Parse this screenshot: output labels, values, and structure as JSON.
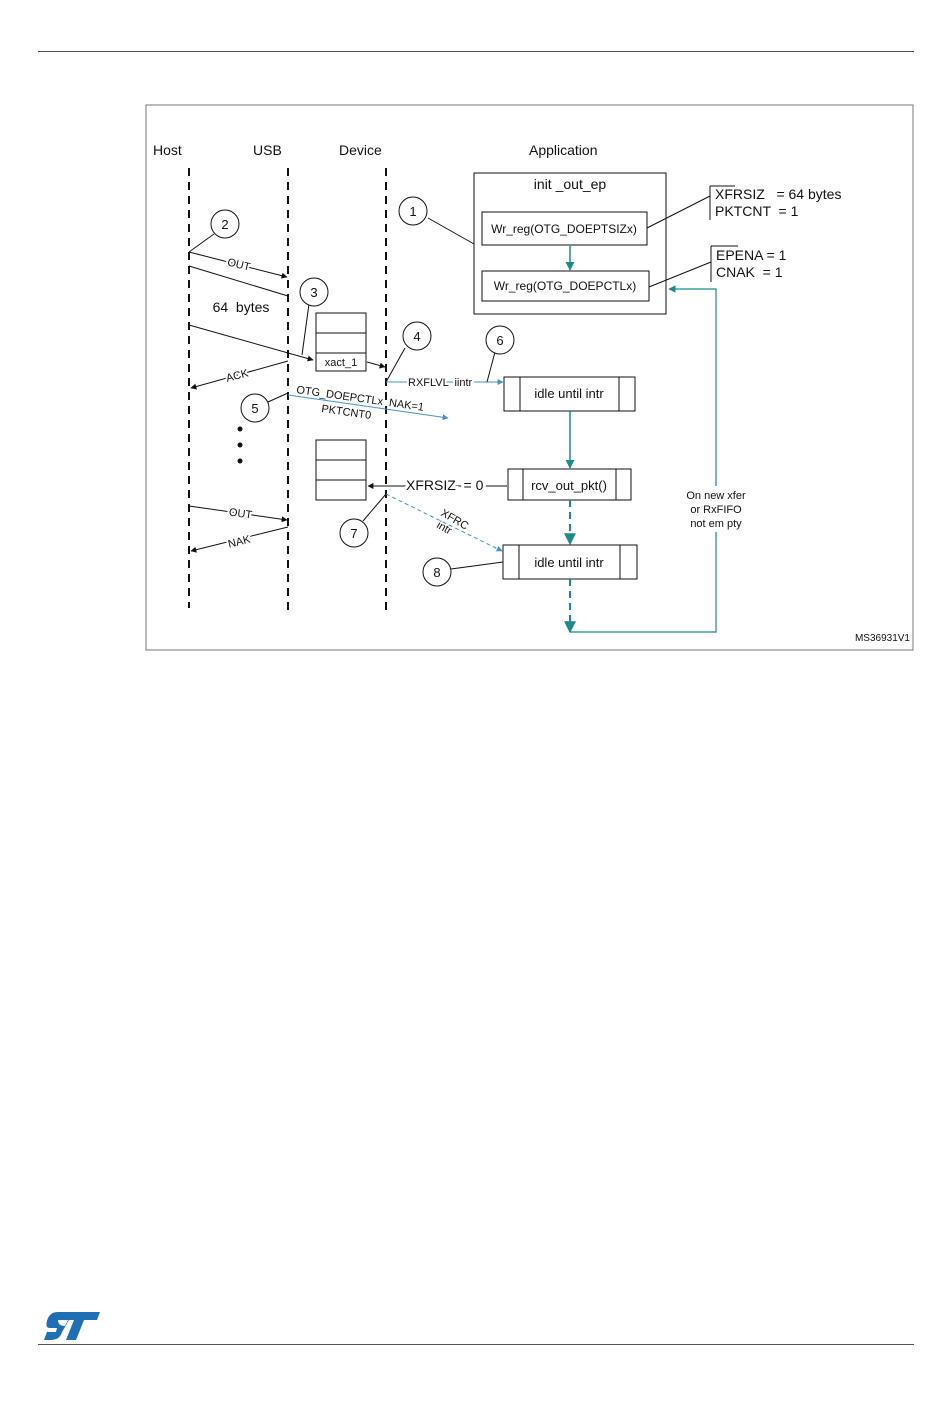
{
  "diagram": {
    "lanes": [
      "Host",
      "USB",
      "Device",
      "Application"
    ],
    "function_title": "init _out_ep",
    "boxes": {
      "wr_doeptsiz": "Wr_reg(OTG_DOEPTSIZx)",
      "wr_doepctl": "Wr_reg(OTG_DOEPCTLx)",
      "idle1": "idle until intr",
      "rcv": "rcv_out_pkt()",
      "idle2": "idle until intr"
    },
    "register_notes": {
      "xfrsiz": "XFRSIZ   = 64 bytes",
      "pktcnt": "PKTCNT  = 1",
      "epena": "EPENA = 1",
      "cnak": "CNAK  = 1"
    },
    "messages": {
      "out1": "OUT",
      "data": "64  bytes",
      "ack": "ACK",
      "out2": "OUT",
      "nak": "NAK",
      "xact": "xact_1",
      "rxflvl": "RXFLVL  iintr",
      "doepctl": "OTG_DOEPCTLx  NAK=1",
      "pktcnt0": "PKTCNT0",
      "xfrsiz0": "XFRSIZ  = 0",
      "xfrc": "XFRC",
      "intr": "intr"
    },
    "loop_note": [
      "On new xfer",
      "or RxFIFO",
      "not em pty"
    ],
    "steps": [
      "1",
      "2",
      "3",
      "4",
      "5",
      "6",
      "7",
      "8"
    ],
    "figure_id": "MS36931V1",
    "colors": {
      "teal": "#1a8a8a",
      "blue": "#4a90c8",
      "line": "#111111",
      "st_blue": "#1f6fb5"
    }
  },
  "footer": {
    "logo_text": "ST"
  }
}
